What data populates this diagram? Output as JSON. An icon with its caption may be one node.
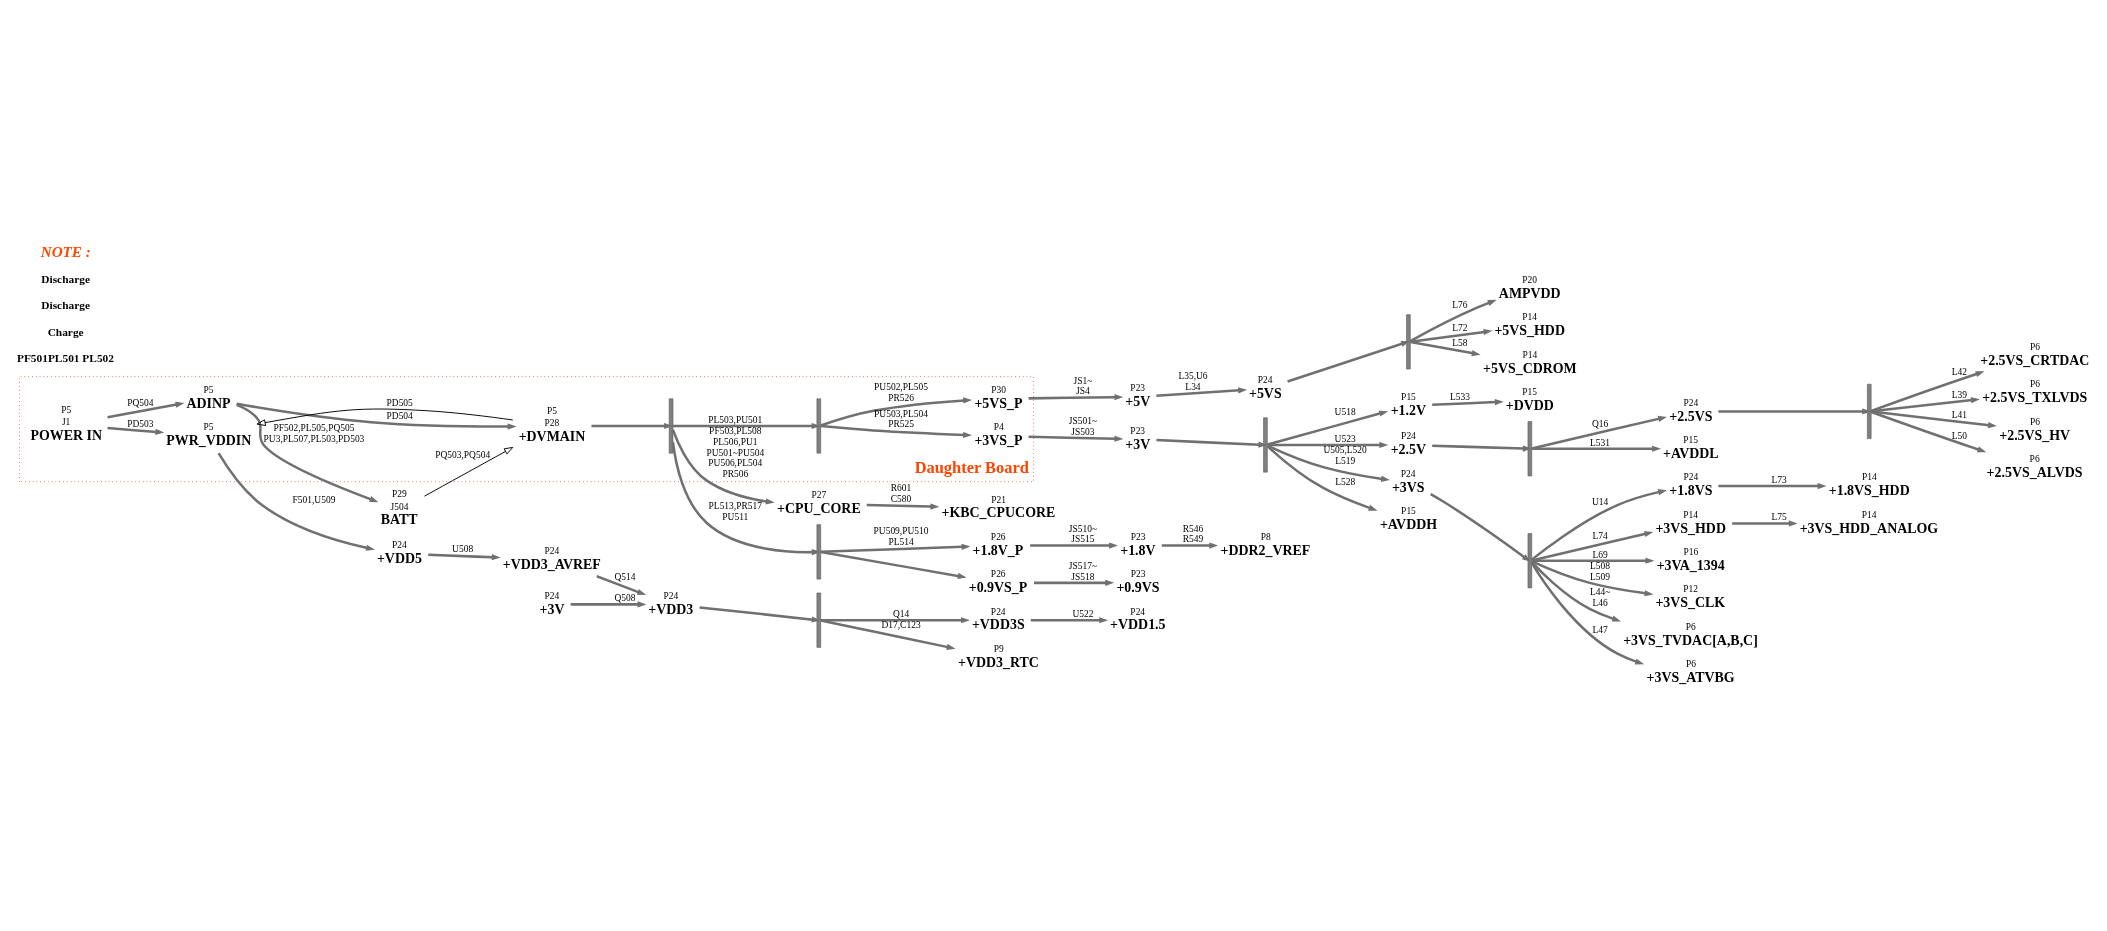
{
  "diagram": {
    "nodes": [
      {
        "text": [
          "Daughter Board"
        ]
      },
      {
        "text": [
          "BATT"
        ],
        "beside": [
          "P29",
          "J504"
        ]
      },
      {
        "text": [
          "POWER IN"
        ],
        "beside": [
          "P5",
          "J1"
        ],
        "in": 0
      },
      {
        "text": [
          "ADINP"
        ],
        "beside": [
          "P5"
        ],
        "in": 0
      },
      {
        "text": [
          "+DVMAIN"
        ],
        "beside": [
          "P5",
          "P28"
        ],
        "in": 0
      },
      {
        "text": [
          "PWR_VDDIN"
        ],
        "beside": [
          "P5"
        ],
        "in": 0
      },
      {
        "text": [],
        "shape": "bar",
        "in": 0
      },
      {
        "text": [],
        "shape": "bar",
        "in": 0
      },
      {
        "text": [
          "+5VS_P"
        ],
        "beside": [
          "P30"
        ],
        "in": 0
      },
      {
        "text": [
          "+3VS_P"
        ],
        "beside": [
          "P4"
        ],
        "in": 0
      },
      {
        "text": [
          "+5V"
        ],
        "beside": [
          "P23"
        ]
      },
      {
        "text": [
          "+5VS"
        ],
        "beside": [
          "P24"
        ]
      },
      {
        "text": [],
        "shape": "bar"
      },
      {
        "text": [
          "AMPVDD"
        ],
        "beside": [
          "P20"
        ]
      },
      {
        "text": [
          "+5VS_HDD"
        ],
        "beside": [
          "P14"
        ]
      },
      {
        "text": [
          "+5VS_CDROM"
        ],
        "beside": [
          "P14"
        ]
      },
      {
        "text": [],
        "shape": "bar"
      },
      {
        "text": [
          "+1.2V"
        ],
        "beside": [
          "P15"
        ]
      },
      {
        "text": [
          "+DVDD"
        ],
        "beside": [
          "P15"
        ]
      },
      {
        "text": [
          "+2.5V"
        ],
        "beside": [
          "P24"
        ]
      },
      {
        "text": [],
        "shape": "bar"
      },
      {
        "text": [
          "+2.5VS"
        ],
        "beside": [
          "P24"
        ]
      },
      {
        "text": [
          "+AVDDL"
        ],
        "beside": [
          "P15"
        ]
      },
      {
        "text": [],
        "shape": "bar"
      },
      {
        "text": [
          "+2.5VS_CRTDAC"
        ],
        "beside": [
          "P6"
        ]
      },
      {
        "text": [
          "+2.5VS_TXLVDS"
        ],
        "beside": [
          "P6"
        ]
      },
      {
        "text": [
          "+2.5VS_HV"
        ],
        "beside": [
          "P6"
        ]
      },
      {
        "text": [
          "+2.5VS_ALVDS"
        ],
        "beside": [
          "P6"
        ]
      },
      {
        "text": [
          "+3VS"
        ],
        "beside": [
          "P24"
        ]
      },
      {
        "text": [],
        "shape": "bar"
      },
      {
        "text": [
          "+1.8VS"
        ],
        "beside": [
          "P24"
        ]
      },
      {
        "text": [
          "+1.8VS_HDD"
        ],
        "beside": [
          "P14"
        ]
      },
      {
        "text": [
          "+3VS_HDD"
        ],
        "beside": [
          "P14"
        ]
      },
      {
        "text": [
          "+3VS_HDD_ANALOG"
        ],
        "beside": [
          "P14"
        ]
      },
      {
        "text": [
          "+3VA_1394"
        ],
        "beside": [
          "P16"
        ]
      },
      {
        "text": [
          "+3VS_CLK"
        ],
        "beside": [
          "P12"
        ]
      },
      {
        "text": [
          "+3VS_TVDAC[A,B,C]"
        ],
        "beside": [
          "P6"
        ]
      },
      {
        "text": [
          "+3VS_ATVBG"
        ],
        "beside": [
          "P6"
        ]
      },
      {
        "text": [
          "+AVDDH"
        ],
        "beside": [
          "P15"
        ]
      },
      {
        "text": [
          "+3V"
        ],
        "beside": [
          "P23"
        ]
      },
      {
        "text": [
          "+VDD5"
        ],
        "beside": [
          "P24"
        ]
      },
      {
        "text": [
          "+VDD3_AVREF"
        ],
        "beside": [
          "P24"
        ]
      },
      {
        "text": [
          "+VDD3"
        ],
        "beside": [
          "P24"
        ]
      },
      {
        "text": [],
        "shape": "bar"
      },
      {
        "text": [
          "+VDD3S"
        ],
        "beside": [
          "P24"
        ]
      },
      {
        "text": [
          "+VDD1.5"
        ],
        "beside": [
          "P24"
        ]
      },
      {
        "text": [
          "+VDD3_RTC"
        ],
        "beside": [
          "P9"
        ]
      },
      {
        "text": [
          "+3V"
        ],
        "beside": [
          "P24"
        ]
      },
      {
        "text": [
          "+CPU_CORE"
        ],
        "beside": [
          "P27"
        ]
      },
      {
        "text": [
          "+KBC_CPUCORE"
        ],
        "beside": [
          "P21"
        ]
      },
      {
        "text": [],
        "shape": "bar"
      },
      {
        "text": [
          "+1.8V_P"
        ],
        "beside": [
          "P26"
        ]
      },
      {
        "text": [
          "+1.8V"
        ],
        "beside": [
          "P23"
        ]
      },
      {
        "text": [
          "+DDR2_VREF"
        ],
        "beside": [
          "P8"
        ]
      },
      {
        "text": [
          "+0.9VS_P"
        ],
        "beside": [
          "P26"
        ]
      },
      {
        "text": [
          "+0.9VS"
        ],
        "beside": [
          "P23"
        ]
      }
    ],
    "edges": [
      {
        "from": 2,
        "to": 3,
        "arrow": "to",
        "label": "PQ504"
      },
      {
        "from": 2,
        "to": 5,
        "arrow": "to",
        "label": "PD503"
      },
      {
        "from": 3,
        "to": 1,
        "arrow": "to",
        "label": "PF502,PL505,PQ505 PU3,PL507,PL503,PD503"
      },
      {
        "from": 3,
        "to": 4,
        "arrow": "to",
        "label": "PD504"
      },
      {
        "from": 1,
        "to": 4,
        "arrow": "to",
        "label": "PQ503,PQ504",
        "color": "#000000"
      },
      {
        "from": 4,
        "to": 5,
        "arrow": "to",
        "label": "PD505",
        "color": "#000000"
      },
      {
        "from": 5,
        "to": 40,
        "arrow": "to",
        "label": "F501,U509"
      },
      {
        "from": 40,
        "to": 41,
        "arrow": "to",
        "label": "U508"
      },
      {
        "from": 41,
        "to": 42,
        "arrow": "to",
        "label": "Q514"
      },
      {
        "from": 47,
        "to": 42,
        "arrow": "to",
        "label": "Q508"
      },
      {
        "from": 42,
        "to": 43,
        "arrow": "to"
      },
      {
        "from": 43,
        "to": 44,
        "arrow": "to",
        "label": "Q14"
      },
      {
        "from": 43,
        "to": 46,
        "arrow": "to",
        "label": "D17,C123"
      },
      {
        "from": 44,
        "to": 45,
        "arrow": "to",
        "label": "U522"
      },
      {
        "from": 4,
        "to": 6,
        "arrow": "to"
      },
      {
        "from": 6,
        "to": 7,
        "arrow": "to",
        "label": "PL503,PU501"
      },
      {
        "from": 6,
        "to": 48,
        "arrow": "to",
        "label": "PF503,PL508 PL506,PU1 PU501~PU504 PU506,PL504 PR506"
      },
      {
        "from": 6,
        "to": 50,
        "arrow": "to",
        "label": "PL513,PR517 PU511"
      },
      {
        "from": 7,
        "to": 8,
        "arrow": "to",
        "label": "PU502,PL505 PR526"
      },
      {
        "from": 7,
        "to": 9,
        "arrow": "to",
        "label": "PU503,PL504 PR525"
      },
      {
        "from": 8,
        "to": 10,
        "arrow": "to",
        "label": "JS1~ JS4"
      },
      {
        "from": 10,
        "to": 11,
        "arrow": "to",
        "label": "L35,U6 L34"
      },
      {
        "from": 11,
        "to": 12,
        "arrow": "to"
      },
      {
        "from": 12,
        "to": 13,
        "arrow": "to",
        "label": "L76"
      },
      {
        "from": 12,
        "to": 14,
        "arrow": "to",
        "label": "L72"
      },
      {
        "from": 12,
        "to": 15,
        "arrow": "to",
        "label": "L58"
      },
      {
        "from": 9,
        "to": 39,
        "arrow": "to",
        "label": "JS501~ JS503"
      },
      {
        "from": 39,
        "to": 16,
        "arrow": "to"
      },
      {
        "from": 16,
        "to": 17,
        "arrow": "to",
        "label": "U518"
      },
      {
        "from": 16,
        "to": 19,
        "arrow": "to",
        "label": "U523"
      },
      {
        "from": 16,
        "to": 28,
        "arrow": "to",
        "label": "U505,L520 L519"
      },
      {
        "from": 16,
        "to": 38,
        "arrow": "to",
        "label": "L528"
      },
      {
        "from": 17,
        "to": 18,
        "arrow": "to",
        "label": "L533"
      },
      {
        "from": 19,
        "to": 20,
        "arrow": "to"
      },
      {
        "from": 20,
        "to": 21,
        "arrow": "to",
        "label": "Q16"
      },
      {
        "from": 20,
        "to": 22,
        "arrow": "to",
        "label": "L531"
      },
      {
        "from": 21,
        "to": 23,
        "arrow": "to"
      },
      {
        "from": 23,
        "to": 24,
        "arrow": "to",
        "label": "L42"
      },
      {
        "from": 23,
        "to": 25,
        "arrow": "to",
        "label": "L39"
      },
      {
        "from": 23,
        "to": 26,
        "arrow": "to",
        "label": "L41"
      },
      {
        "from": 23,
        "to": 27,
        "arrow": "to",
        "label": "L50"
      },
      {
        "from": 28,
        "to": 29,
        "arrow": "to"
      },
      {
        "from": 29,
        "to": 30,
        "arrow": "to",
        "label": "U14"
      },
      {
        "from": 29,
        "to": 32,
        "arrow": "to",
        "label": "L74"
      },
      {
        "from": 29,
        "to": 34,
        "arrow": "to",
        "label": "L69"
      },
      {
        "from": 29,
        "to": 35,
        "arrow": "to",
        "label": "L508 L509"
      },
      {
        "from": 29,
        "to": 36,
        "arrow": "to",
        "label": "L44~ L46"
      },
      {
        "from": 29,
        "to": 37,
        "arrow": "to",
        "label": "L47"
      },
      {
        "from": 30,
        "to": 31,
        "arrow": "to",
        "label": "L73"
      },
      {
        "from": 32,
        "to": 33,
        "arrow": "to",
        "label": "L75"
      },
      {
        "from": 48,
        "to": 49,
        "arrow": "to",
        "label": "R601 C580"
      },
      {
        "from": 50,
        "to": 51,
        "arrow": "to",
        "label": "PU509,PU510 PL514"
      },
      {
        "from": 50,
        "to": 54,
        "arrow": "to"
      },
      {
        "from": 51,
        "to": 52,
        "arrow": "to",
        "label": "JS510~ JS515"
      },
      {
        "from": 52,
        "to": 53,
        "arrow": "to",
        "label": "R546 R549"
      },
      {
        "from": 54,
        "to": 55,
        "arrow": "to",
        "label": "JS517~ JS518"
      }
    ],
    "labels": [
      "PF501PL501 PL502",
      "Charge",
      "Discharge",
      "Discharge",
      "NOTE :"
    ]
  }
}
